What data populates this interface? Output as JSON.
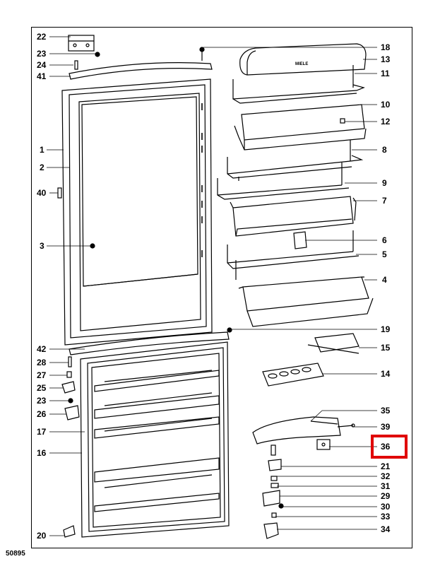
{
  "reference_code": "50895",
  "highlight_color": "#e00000",
  "highlighted_part": "36",
  "part_labels": {
    "p1": "1",
    "p2": "2",
    "p3": "3",
    "p4": "4",
    "p5": "5",
    "p6": "6",
    "p7": "7",
    "p8": "8",
    "p9": "9",
    "p10": "10",
    "p11": "11",
    "p12": "12",
    "p13": "13",
    "p14": "14",
    "p15": "15",
    "p16": "16",
    "p17": "17",
    "p18": "18",
    "p19": "19",
    "p20": "20",
    "p21": "21",
    "p22": "22",
    "p23a": "23",
    "p23b": "23",
    "p24": "24",
    "p25": "25",
    "p26": "26",
    "p27": "27",
    "p28": "28",
    "p29": "29",
    "p30": "30",
    "p31": "31",
    "p32": "32",
    "p33": "33",
    "p34": "34",
    "p35": "35",
    "p36": "36",
    "p39": "39",
    "p40": "40",
    "p41": "41",
    "p42": "42"
  },
  "brand_on_lid": "MIELE"
}
